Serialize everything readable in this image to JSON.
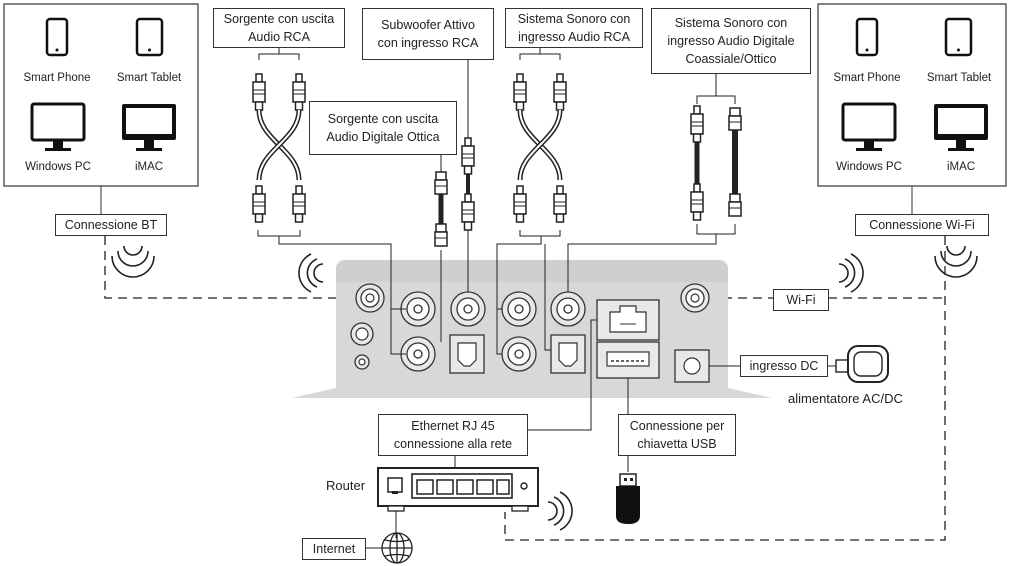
{
  "left_devices": {
    "phone": "Smart Phone",
    "tablet": "Smart Tablet",
    "pc": "Windows PC",
    "imac": "iMAC",
    "connection": "Connessione BT"
  },
  "right_devices": {
    "phone": "Smart Phone",
    "tablet": "Smart Tablet",
    "pc": "Windows PC",
    "imac": "iMAC",
    "connection": "Connessione Wi-Fi"
  },
  "labels": {
    "rca_source": "Sorgente con uscita\nAudio RCA",
    "subwoofer": "Subwoofer Attivo\ncon ingresso RCA",
    "optical_source": "Sorgente con uscita\nAudio Digitale Ottica",
    "rca_system": "Sistema Sonoro con\ningresso Audio RCA",
    "digital_system": "Sistema Sonoro con\ningresso Audio Digitale\nCoassiale/Ottico",
    "wifi": "Wi-Fi",
    "dc_input": "ingresso DC",
    "power_supply": "alimentatore AC/DC",
    "ethernet": "Ethernet RJ 45\nconnessione alla rete",
    "usb": "Connessione per\nchiavetta USB",
    "router": "Router",
    "internet": "Internet"
  }
}
